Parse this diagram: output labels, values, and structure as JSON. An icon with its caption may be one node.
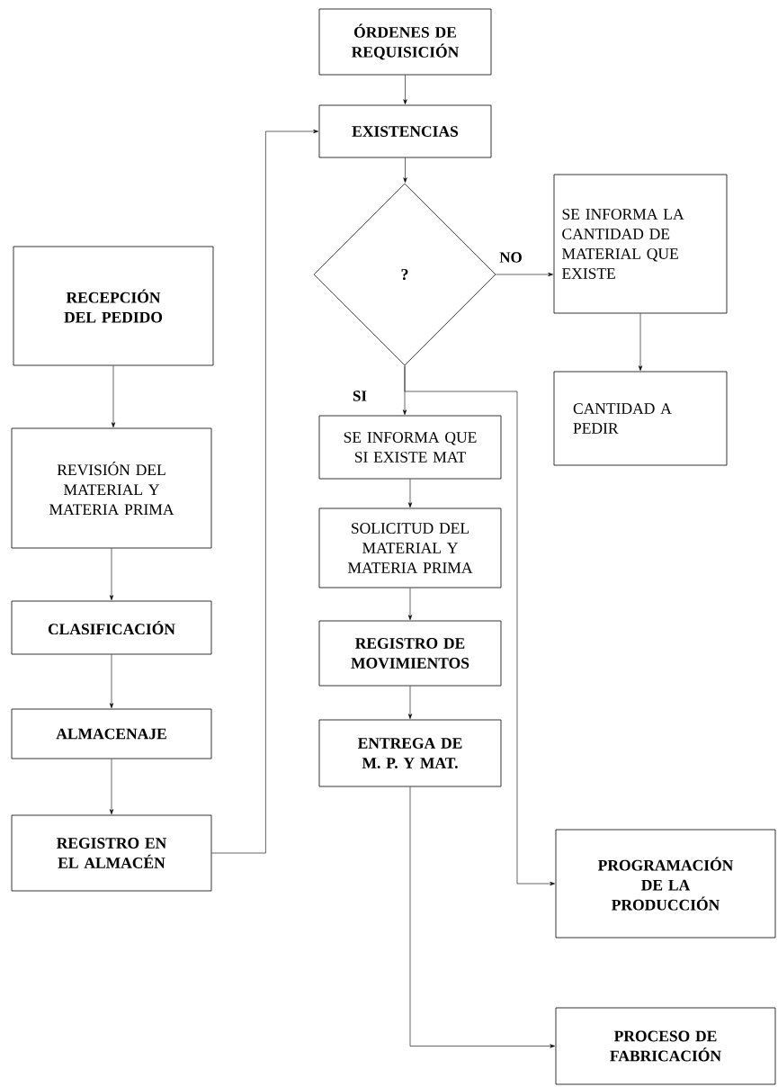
{
  "diagram": {
    "nodes": [
      {
        "text": [
          "ÓRDENES DE REQUISICIÓN"
        ]
      },
      {
        "text": [
          "EXISTENCIAS"
        ]
      },
      {
        "text": [
          "?"
        ]
      },
      {
        "text": [
          "SE INFORMA LA CANTIDAD DE MATERIAL QUE EXISTE"
        ]
      },
      {
        "text": [
          "CANTIDAD A PEDIR"
        ]
      },
      {
        "text": [
          "RECEPCIÓN DEL PEDIDO"
        ]
      },
      {
        "text": [
          "REVISIÓN DEL MATERIAL Y MATERIA PRIMA"
        ]
      },
      {
        "text": [
          "CLASIFICACIÓN"
        ]
      },
      {
        "text": [
          "ALMACENAJE"
        ]
      },
      {
        "text": [
          "REGISTRO EN EL ALMACÉN"
        ]
      },
      {
        "text": [
          "SE INFORMA QUE SI EXISTE MAT"
        ]
      },
      {
        "text": [
          "SOLICITUD DEL MATERIAL Y MATERIA PRIMA"
        ]
      },
      {
        "text": [
          "REGISTRO DE MOVIMIENTOS"
        ]
      },
      {
        "text": [
          "ENTREGA DE M. P. Y MAT."
        ]
      },
      {
        "text": [
          "PROGRAMACIÓN DE LA PRODUCCIÓN"
        ]
      },
      {
        "text": [
          "PROCESO DE FABRICACIÓN"
        ]
      }
    ],
    "edges": [
      {
        "from": 0,
        "to": 1,
        "arrow": "to"
      },
      {
        "from": 1,
        "to": 2,
        "arrow": "to"
      },
      {
        "from": 2,
        "to": 3,
        "arrow": "to",
        "label": "NO"
      },
      {
        "from": 3,
        "to": 4,
        "arrow": "to"
      },
      {
        "from": 5,
        "to": 6,
        "arrow": "to"
      },
      {
        "from": 6,
        "to": 7,
        "arrow": "to"
      },
      {
        "from": 7,
        "to": 8,
        "arrow": "to"
      },
      {
        "from": 8,
        "to": 9,
        "arrow": "to"
      },
      {
        "from": 9,
        "to": 1,
        "arrow": "to"
      },
      {
        "from": 2,
        "to": 10,
        "arrow": "to",
        "label": "SI"
      },
      {
        "from": 2,
        "to": 14,
        "arrow": "to"
      },
      {
        "from": 10,
        "to": 11,
        "arrow": "to"
      },
      {
        "from": 11,
        "to": 12,
        "arrow": "to"
      },
      {
        "from": 12,
        "to": 13,
        "arrow": "to"
      },
      {
        "from": 13,
        "to": 15,
        "arrow": "to"
      }
    ]
  }
}
